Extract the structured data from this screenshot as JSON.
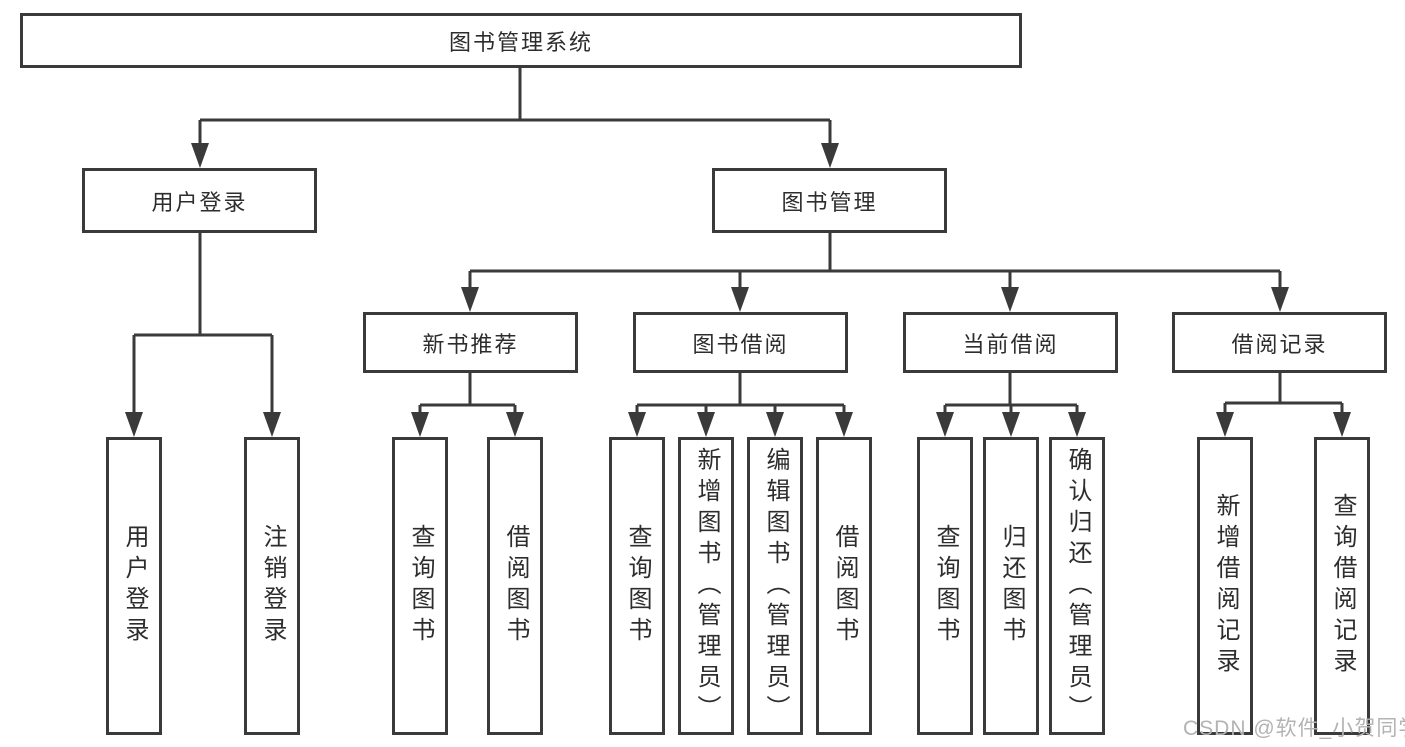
{
  "tree": {
    "root": {
      "label": "图书管理系统",
      "children": [
        {
          "label": "用户登录",
          "children": [
            {
              "label": "用户登录"
            },
            {
              "label": "注销登录"
            }
          ]
        },
        {
          "label": "图书管理",
          "children": [
            {
              "label": "新书推荐",
              "children": [
                {
                  "label": "查询图书"
                },
                {
                  "label": "借阅图书"
                }
              ]
            },
            {
              "label": "图书借阅",
              "children": [
                {
                  "label": "查询图书"
                },
                {
                  "label": "新增图书（管理员）"
                },
                {
                  "label": "编辑图书（管理员）"
                },
                {
                  "label": "借阅图书"
                }
              ]
            },
            {
              "label": "当前借阅",
              "children": [
                {
                  "label": "查询图书"
                },
                {
                  "label": "归还图书"
                },
                {
                  "label": "确认归还（管理员）"
                }
              ]
            },
            {
              "label": "借阅记录",
              "children": [
                {
                  "label": "新增借阅记录"
                },
                {
                  "label": "查询借阅记录"
                }
              ]
            }
          ]
        }
      ]
    }
  },
  "watermark": {
    "text": "CSDN @软件_小贺同学"
  },
  "colors": {
    "line": "#3a3a3a",
    "text": "#2d2d2d",
    "watermark": "#b3b3b3",
    "background": "#ffffff"
  }
}
